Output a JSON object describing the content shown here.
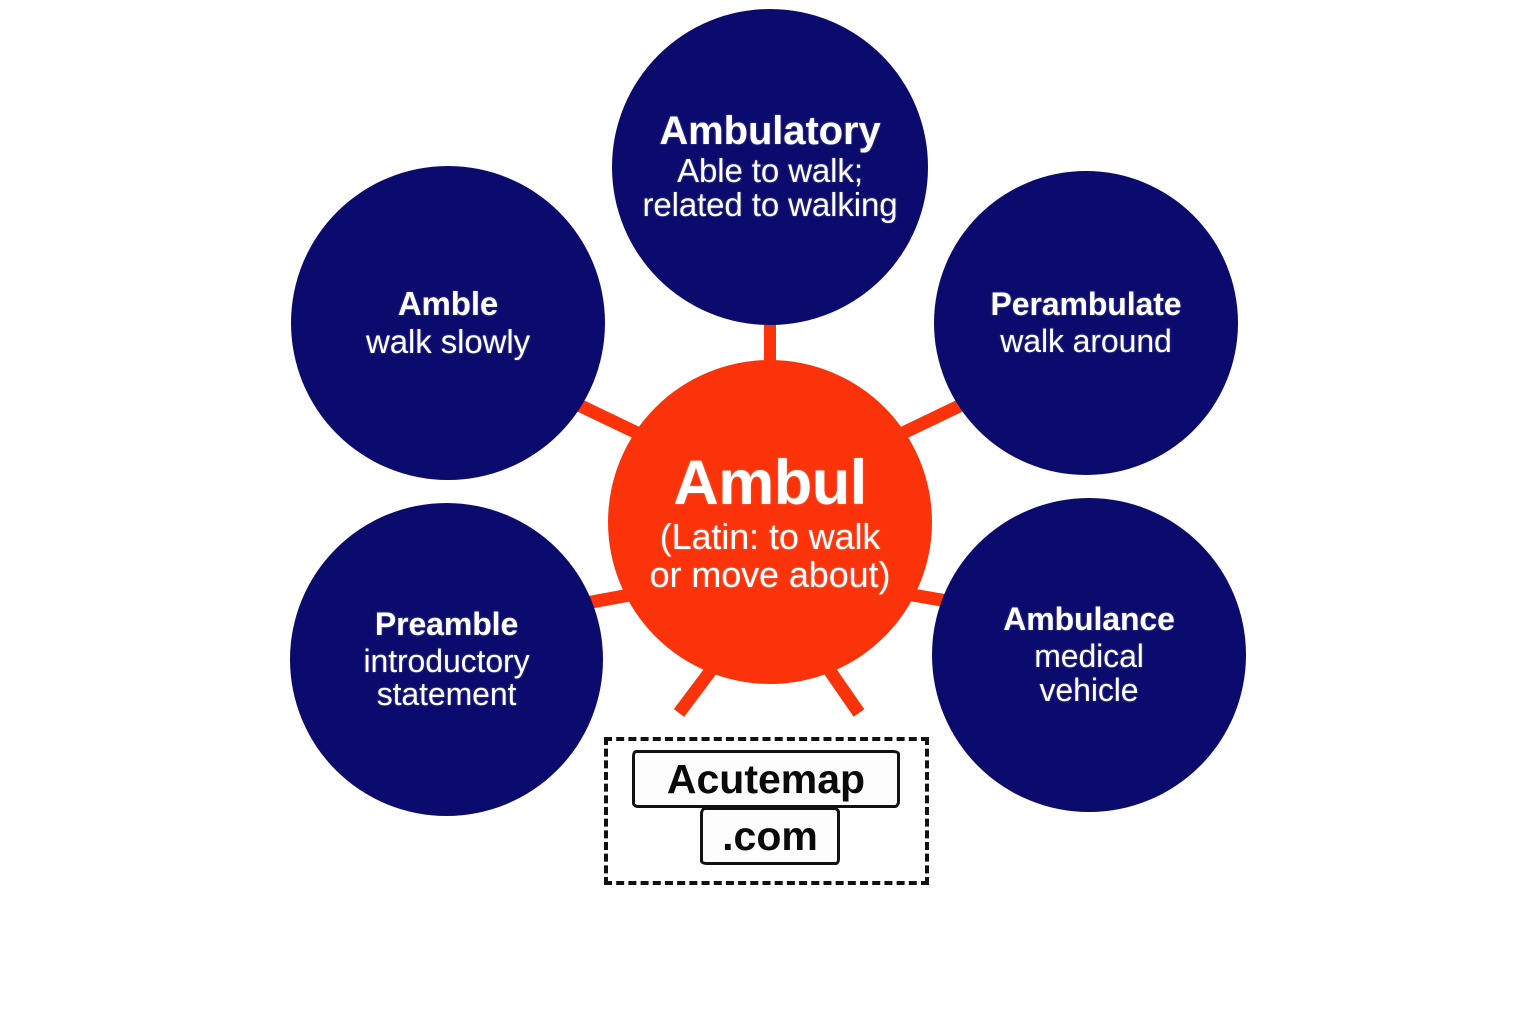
{
  "diagram": {
    "type": "root-word-mind-map",
    "title": "Ambul",
    "colors": {
      "center_fill": "#FA330A",
      "branch_fill": "#0B0B6E",
      "spoke": "#FA330A",
      "text": "#FFFFFF",
      "background": "#FFFFFF",
      "watermark_ink": "#111111"
    },
    "center": {
      "title": "Ambul",
      "desc_line_1": "(Latin: to walk",
      "desc_line_2": "or move about)"
    },
    "branches": [
      {
        "id": "ambulatory",
        "title": "Ambulatory",
        "desc_line_1": "Able to walk;",
        "desc_line_2": "related to walking",
        "position": "top"
      },
      {
        "id": "amble",
        "title": "Amble",
        "desc_line_1": "walk slowly",
        "desc_line_2": "",
        "position": "upper-left"
      },
      {
        "id": "perambulate",
        "title": "Perambulate",
        "desc_line_1": "walk around",
        "desc_line_2": "",
        "position": "upper-right"
      },
      {
        "id": "preamble",
        "title": "Preamble",
        "desc_line_1": "introductory",
        "desc_line_2": "statement",
        "position": "lower-left"
      },
      {
        "id": "ambulance",
        "title": "Ambulance",
        "desc_line_1": "medical",
        "desc_line_2": "vehicle",
        "position": "lower-right"
      }
    ]
  },
  "watermark": {
    "line_1": "Acutemap",
    "line_2": ".com"
  }
}
